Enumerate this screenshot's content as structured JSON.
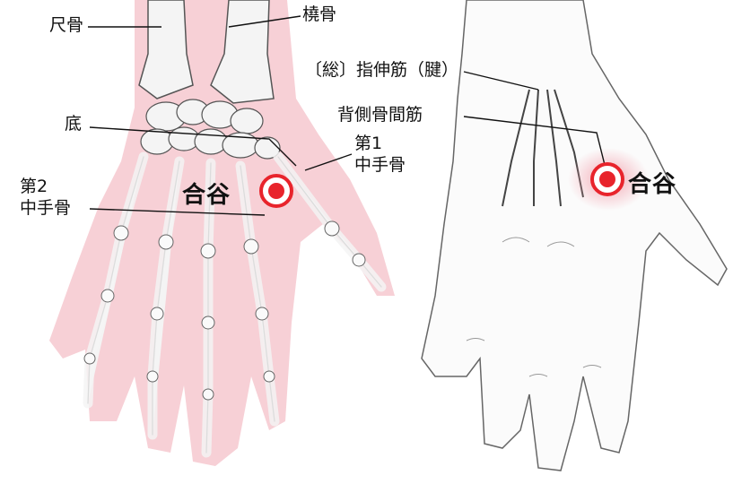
{
  "labels": {
    "ulna": "尺骨",
    "radius": "橈骨",
    "base": "底",
    "metacarpal1_line1": "第1",
    "metacarpal1_line2": "中手骨",
    "metacarpal2_line1": "第2",
    "metacarpal2_line2": "中手骨",
    "extensor": "〔総〕指伸筋（腱）",
    "interosseous": "背側骨間筋"
  },
  "points": [
    {
      "name": "合谷",
      "view": "palm-skeleton"
    },
    {
      "name": "合谷",
      "view": "dorsal-muscle"
    }
  ],
  "colors": {
    "background": "#ffffff",
    "pink_band": "#f7d0d6",
    "point_red": "#e8242c",
    "bone_fill": "#f4f4f4",
    "outline": "#555555"
  }
}
